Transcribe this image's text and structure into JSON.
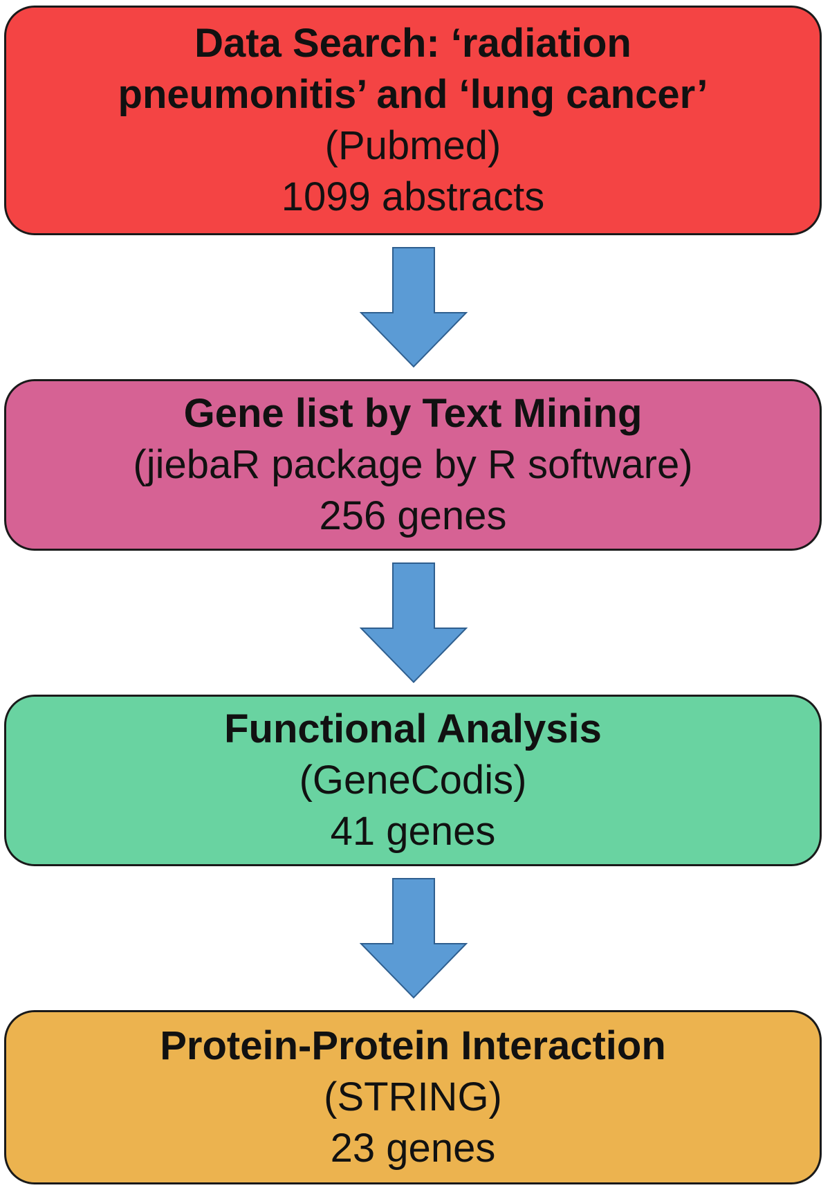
{
  "steps": [
    {
      "title": "Data Search: ‘radiation\npneumonitis’ and ‘lung cancer’",
      "tool": "(Pubmed)",
      "result": "1099 abstracts",
      "color": "#f44444"
    },
    {
      "title": "Gene list by Text Mining",
      "tool": "(jiebaR package by R software)",
      "result": "256 genes",
      "color": "#d66294"
    },
    {
      "title": "Functional Analysis",
      "tool": "(GeneCodis)",
      "result": "41 genes",
      "color": "#69d3a1"
    },
    {
      "title": "Protein-Protein Interaction",
      "tool": "(STRING)",
      "result": "23 genes",
      "color": "#ecb34f"
    }
  ],
  "arrow_color": "#5b9bd5"
}
